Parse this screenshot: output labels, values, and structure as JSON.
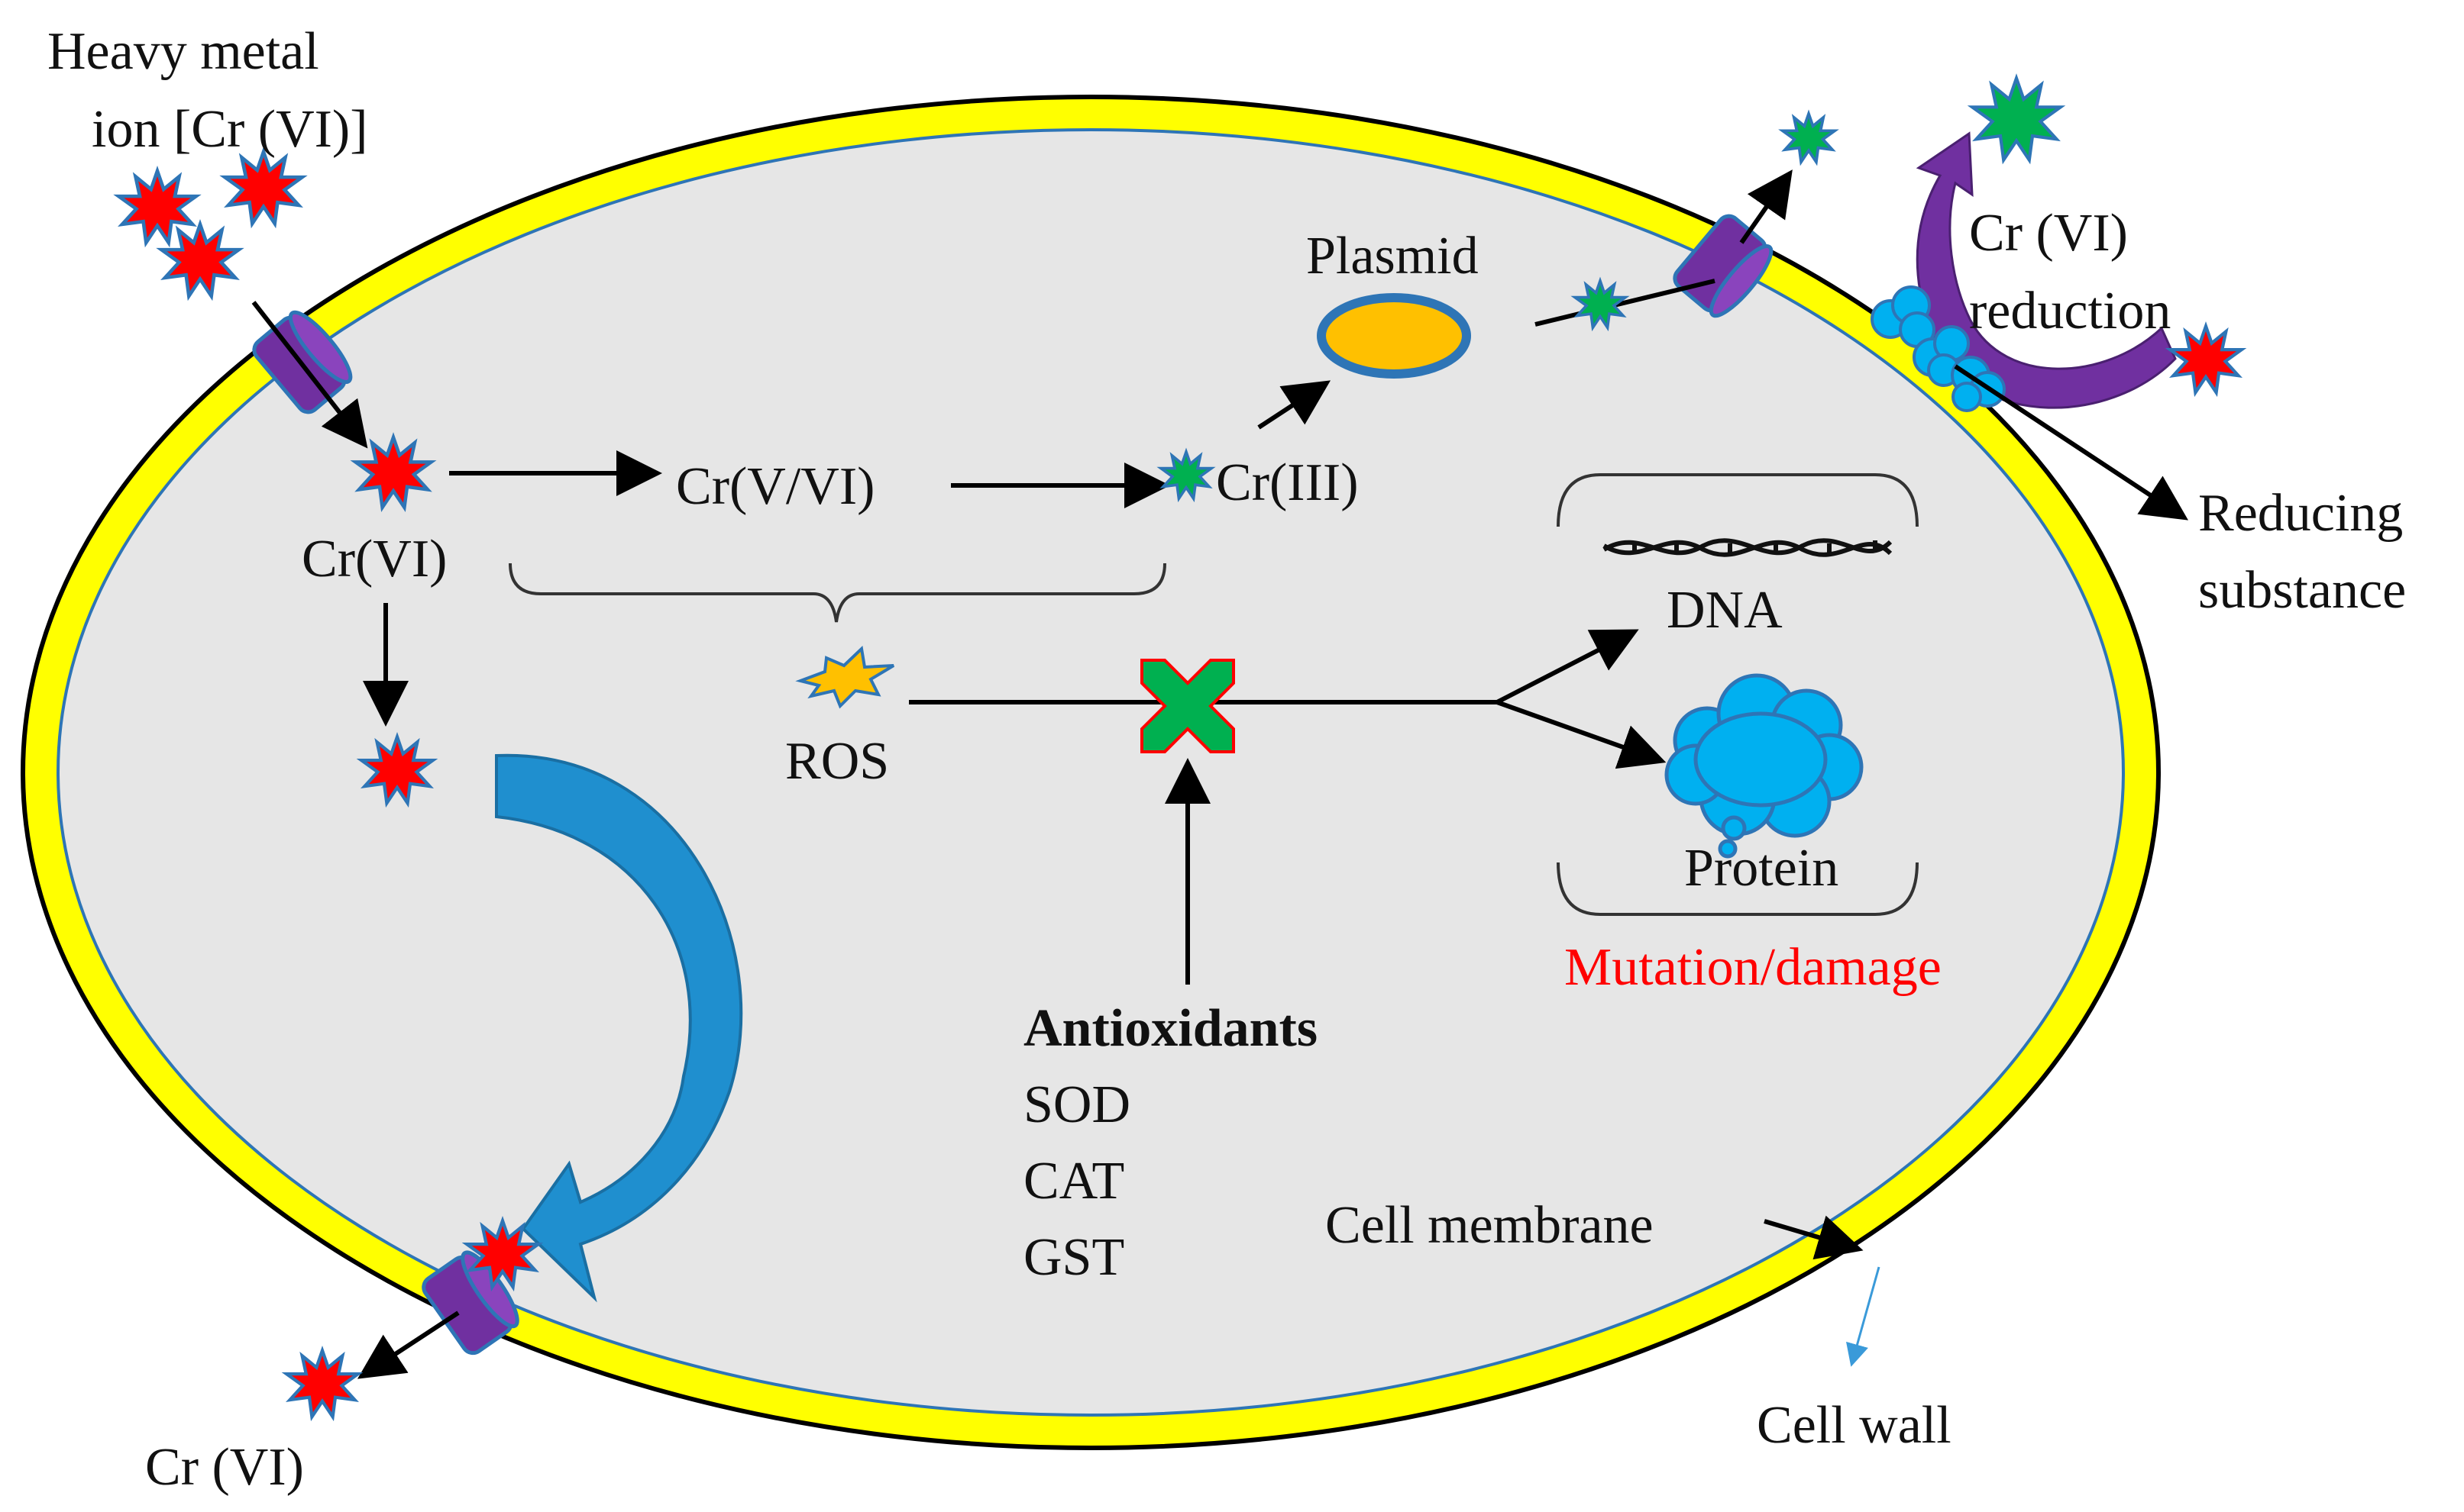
{
  "labels": {
    "heavy_metal_line1": "Heavy metal",
    "heavy_metal_line2": "ion [Cr (VI)]",
    "plasmid": "Plasmid",
    "cr_reduction_line1": "Cr (VI)",
    "cr_reduction_line2": "reduction",
    "reducing_line1": "Reducing",
    "reducing_line2": "substance",
    "cr_vi_inside": "Cr(VI)",
    "cr_v_vi": "Cr(V/VI)",
    "cr_iii": "Cr(III)",
    "ros": "ROS",
    "dna": "DNA",
    "protein": "Protein",
    "mutation": "Mutation/damage",
    "antioxidants": "Antioxidants",
    "sod": "SOD",
    "cat": "CAT",
    "gst": "GST",
    "cell_membrane": "Cell membrane",
    "cell_wall": "Cell wall",
    "cr_vi_out": "Cr (VI)"
  },
  "colors": {
    "cell_wall": "#ffff00",
    "cytoplasm": "#e6e6e6",
    "transporter": "#7030a0",
    "cr_vi_ion": "#ff0000",
    "cr_iii_ion": "#00b050",
    "ion_outline": "#2e75b6",
    "ros": "#ffc000",
    "protein": "#00b0f0",
    "plasmid_fill": "#ffc000",
    "plasmid_ring": "#2e75b6",
    "flow_arrow": "#1f8fcf",
    "reduction_arrow": "#7030a0",
    "block_cross": "#00b050",
    "mutation_text": "#ff0000"
  },
  "icons": {
    "transporter": "transporter-channel-icon",
    "cr_vi": "cr-vi-ion-icon",
    "cr_iii": "cr-iii-ion-icon",
    "ros": "ros-burst-icon",
    "dna": "dna-strand-icon",
    "protein": "protein-cloud-icon",
    "plasmid": "plasmid-icon",
    "inhibition": "inhibition-cross-icon"
  }
}
